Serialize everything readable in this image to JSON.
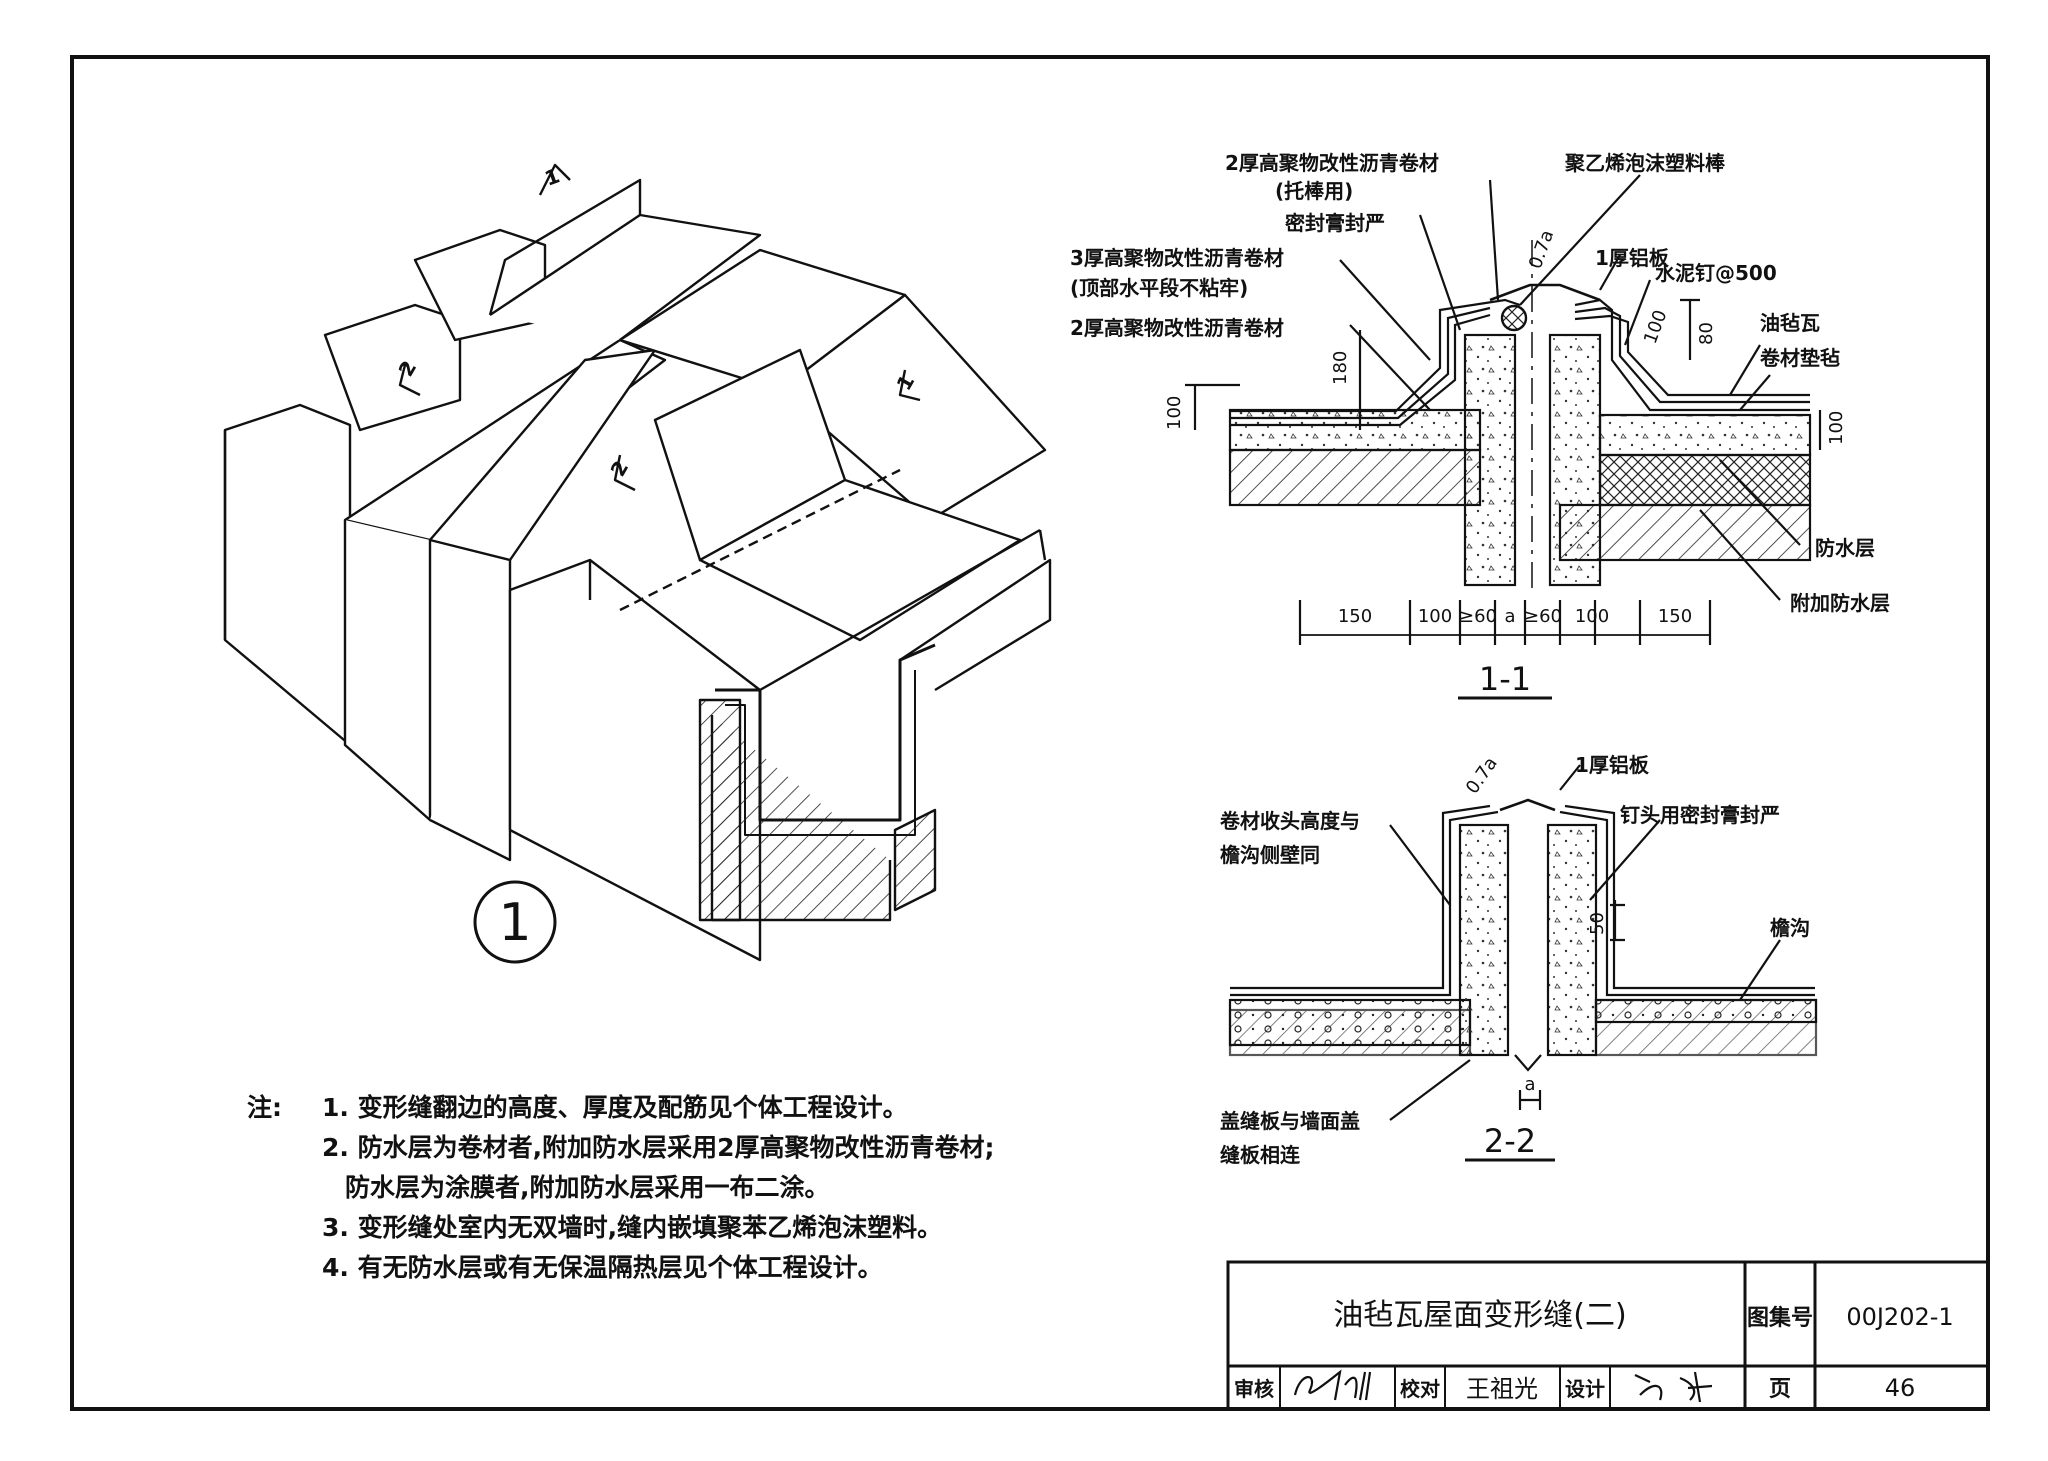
{
  "detail_number": "1",
  "section_11": {
    "title": "1-1",
    "labels": {
      "tuobang": "2厚高聚物改性沥青卷材",
      "tuobang_sub": "(托棒用)",
      "foam_rod": "聚乙烯泡沫塑料棒",
      "sealant": "密封膏封严",
      "alu_plate": "1厚铝板",
      "nail": "水泥钉@500",
      "three_mm": "3厚高聚物改性沥青卷材",
      "three_mm_sub": "(顶部水平段不粘牢)",
      "two_mm": "2厚高聚物改性沥青卷材",
      "shingle": "油毡瓦",
      "underlay": "卷材垫毡",
      "waterproof": "防水层",
      "extra_waterproof": "附加防水层"
    },
    "dims": {
      "d180": "180",
      "d100_left": "100",
      "d100_right": "100",
      "d07a": "0.7a",
      "d100_top": "100",
      "d80": "80",
      "bottom": [
        "150",
        "100",
        "≥60",
        "a",
        "≥60",
        "100",
        "150"
      ]
    }
  },
  "section_22": {
    "title": "2-2",
    "labels": {
      "alu_plate": "1厚铝板",
      "nail_seal": "钉头用密封膏封严",
      "edge_height_1": "卷材收头高度与",
      "edge_height_2": "檐沟侧壁同",
      "gutter": "檐沟",
      "cover_1": "盖缝板与墙面盖",
      "cover_2": "缝板相连"
    },
    "dims": {
      "d07a": "0.7a",
      "d50": "50",
      "a": "a"
    }
  },
  "iso_cuts": [
    "1",
    "2",
    "2",
    "1"
  ],
  "notes": {
    "prefix": "注:",
    "items": [
      "1. 变形缝翻边的高度、厚度及配筋见个体工程设计。",
      "2. 防水层为卷材者,附加防水层采用2厚高聚物改性沥青卷材;",
      "防水层为涂膜者,附加防水层采用一布二涂。",
      "3. 变形缝处室内无双墙时,缝内嵌填聚苯乙烯泡沫塑料。",
      "4. 有无防水层或有无保温隔热层见个体工程设计。"
    ]
  },
  "title_block": {
    "title": "油毡瓦屋面变形缝(二)",
    "atlas_label": "图集号",
    "atlas_no": "00J202-1",
    "review_label": "审核",
    "check_label": "校对",
    "check_name": "王祖光",
    "design_label": "设计",
    "page_label": "页",
    "page_no": "46"
  }
}
